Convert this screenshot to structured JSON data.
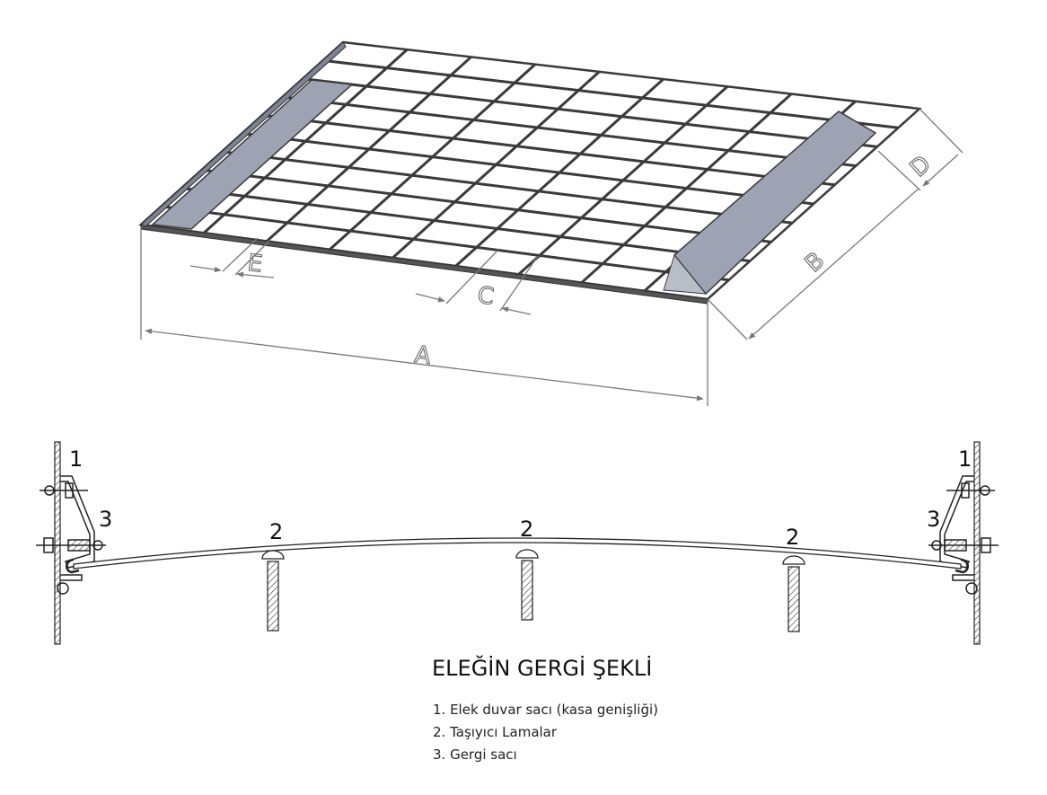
{
  "dimensions": {
    "a": "A",
    "b": "B",
    "c": "C",
    "d": "D",
    "e": "E"
  },
  "parts": {
    "wall_left": "1",
    "wall_right": "1",
    "carrier_left": "2",
    "carrier_center": "2",
    "carrier_right": "2",
    "tension_left": "3",
    "tension_right": "3"
  },
  "title": "ELEĞİN GERGİ ŞEKLİ",
  "legend": [
    "1. Elek duvar sacı (kasa genişliği)",
    "2. Taşıyıcı Lamalar",
    "3. Gergi sacı"
  ],
  "colors": {
    "grid_frame": "#3a3a3a",
    "cover_plate": "#9ea3b3",
    "dimension_lines": "#777777"
  }
}
